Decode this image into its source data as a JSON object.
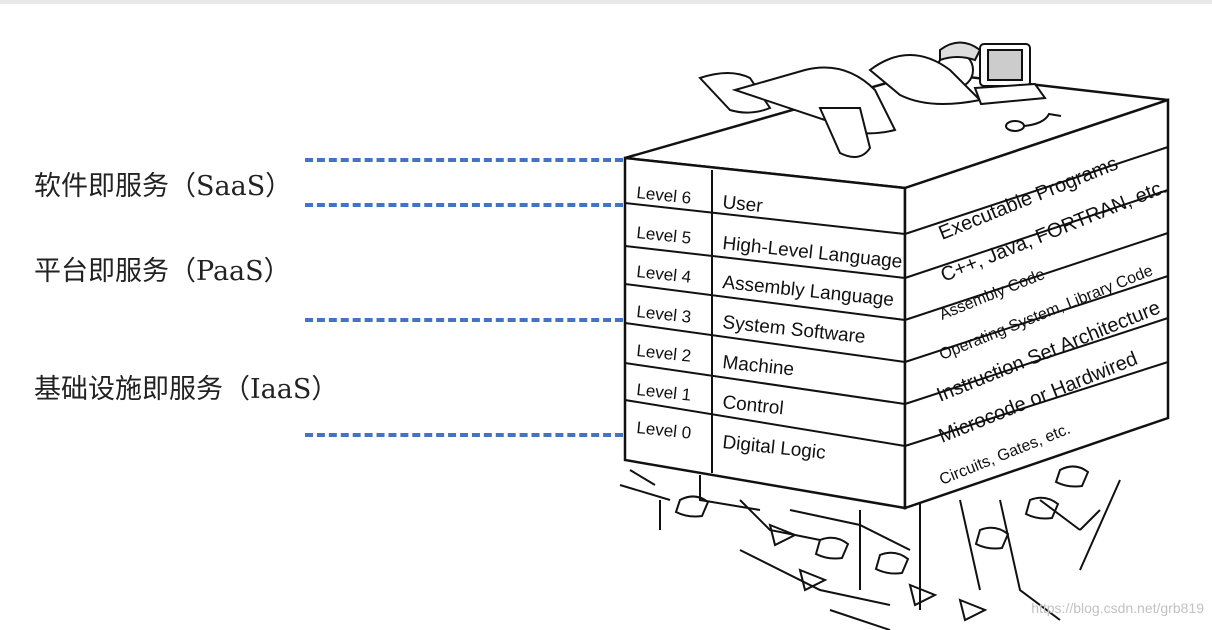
{
  "service_labels": {
    "saas": "软件即服务（SaaS）",
    "paas": "平台即服务（PaaS）",
    "iaas": "基础设施即服务（IaaS）"
  },
  "levels": [
    {
      "level": "Level 6",
      "name": "User",
      "side": "Executable Programs"
    },
    {
      "level": "Level 5",
      "name": "High-Level Language",
      "side": "C++, Java, FORTRAN, etc."
    },
    {
      "level": "Level 4",
      "name": "Assembly Language",
      "side": "Assembly Code"
    },
    {
      "level": "Level 3",
      "name": "System Software",
      "side": "Operating System, Library Code"
    },
    {
      "level": "Level 2",
      "name": "Machine",
      "side": "Instruction Set Architecture"
    },
    {
      "level": "Level 1",
      "name": "Control",
      "side": "Microcode or Hardwired"
    },
    {
      "level": "Level 0",
      "name": "Digital Logic",
      "side": "Circuits, Gates, etc."
    }
  ],
  "watermark": "https://blog.csdn.net/grb819",
  "colors": {
    "dashed_line": "#4472c4",
    "ink": "#111111"
  }
}
